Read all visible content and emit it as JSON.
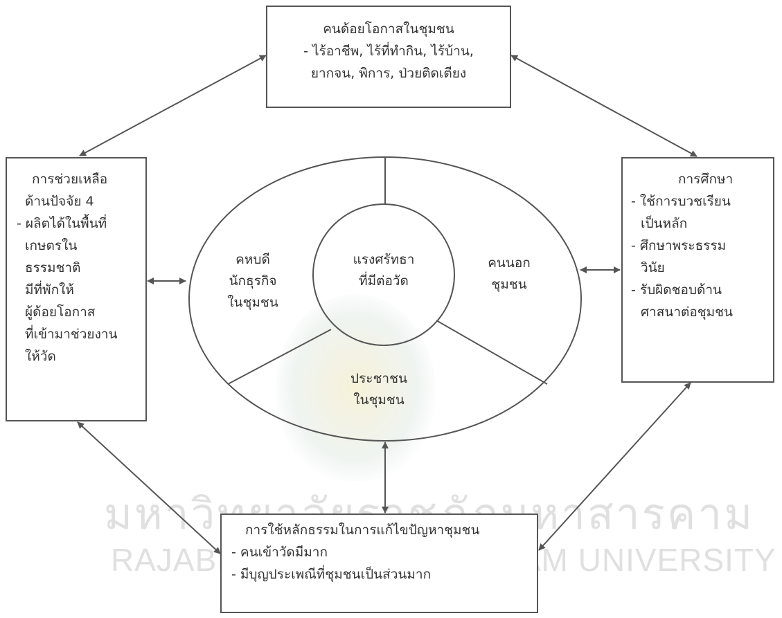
{
  "top_box": {
    "lines": [
      "คนด้อยโอกาสในชุมชน",
      "- ไร้อาชีพ, ไร้ที่ทำกิน, ไร้บ้าน,",
      "ยากจน, พิการ, ป่วยติดเตียง"
    ]
  },
  "left_box": {
    "lines": [
      "การช่วยเหลือ",
      "ด้านปัจจัย 4",
      "- ผลิตได้ในพื้นที่",
      "เกษตรใน",
      "ธรรมชาติ",
      "มีที่พักให้",
      "ผู้ด้อยโอกาส",
      "ที่เข้ามาช่วยงาน",
      "ให้วัด"
    ]
  },
  "right_box": {
    "lines": [
      "การศึกษา",
      "- ใช้การบวชเรียน",
      "เป็นหลัก",
      "- ศึกษาพระธรรม",
      "วินัย",
      "- รับผิดชอบด้าน",
      "ศาสนาต่อชุมชน"
    ]
  },
  "bottom_box": {
    "lines": [
      "การใช้หลักธรรมในการแก้ไขปัญหาชุมชน",
      "- คนเข้าวัดมีมาก",
      "- มีบุญประเพณีที่ชุมชนเป็นส่วนมาก"
    ]
  },
  "ellipse": {
    "center_lines": [
      "แรงศรัทธา",
      "ที่มีต่อวัด"
    ],
    "left_lines": [
      "คหบดี",
      "นักธุรกิจ",
      "ในชุมชน"
    ],
    "right_lines": [
      "คนนอก",
      "ชุมชน"
    ],
    "bottom_lines": [
      "ประชาชน",
      "ในชุมชน"
    ]
  },
  "watermark": {
    "thai": "มหาวิทยาลัยราชภัฏมหาสารคาม",
    "english": "RAJABHAT MAHASARAKHAM UNIVERSITY"
  },
  "colors": {
    "line": "#555555",
    "text": "#333333",
    "watermark": "#e0e0e0"
  }
}
